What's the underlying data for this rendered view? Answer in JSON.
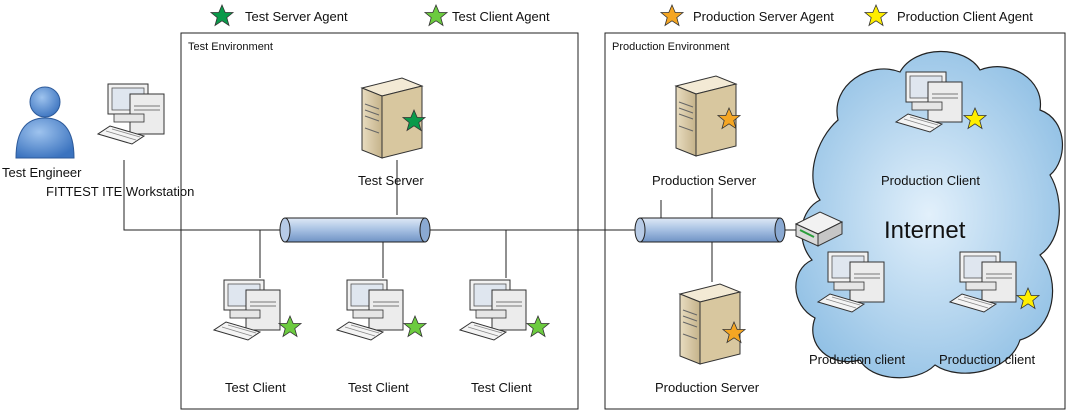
{
  "legend": {
    "test_server_agent": "Test Server Agent",
    "test_client_agent": "Test Client Agent",
    "production_server_agent": "Production Server Agent",
    "production_client_agent": "Production Client Agent"
  },
  "test_env": {
    "title": "Test Environment",
    "server_label": "Test Server",
    "client_labels": [
      "Test Client",
      "Test Client",
      "Test Client"
    ]
  },
  "prod_env": {
    "title": "Production Environment",
    "server_top_label": "Production Server",
    "server_bottom_label": "Production Server",
    "client_top_label": "Production Client",
    "client_bottom_left_label": "Production client",
    "client_bottom_right_label": "Production client",
    "internet_label": "Internet"
  },
  "left": {
    "engineer_label": "Test Engineer",
    "workstation_label": "FITTEST ITE Workstation"
  },
  "colors": {
    "test_agent_dark": "#0a9a4a",
    "test_agent_light": "#6ccb3f",
    "prod_server_agent": "#f5a623",
    "prod_client_agent": "#ffee00",
    "cloud": "#a9cdea",
    "bus": "#9dbbe0"
  }
}
